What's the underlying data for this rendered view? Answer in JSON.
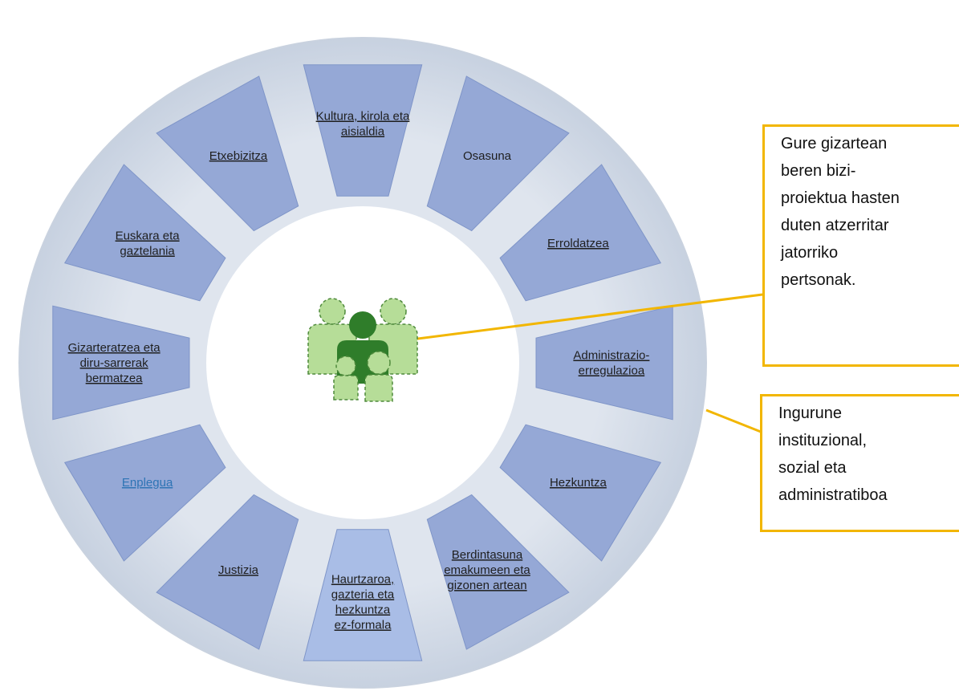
{
  "diagram": {
    "center_icon": "people-group-icon",
    "colors": {
      "outer_ring": "#d4dce8",
      "segment": "#95a8d6",
      "segment_highlight": "#a9bde6",
      "segment_border": "#7f95c8",
      "icon_dark": "#2f7d2a",
      "icon_light": "#b6dd98",
      "callout_line": "#f2b600"
    },
    "segments": [
      {
        "lines": [
          "Kultura, kirola eta",
          "aisialdia"
        ],
        "style": "spell"
      },
      {
        "lines": [
          "Osasuna"
        ],
        "style": "plain"
      },
      {
        "lines": [
          "Erroldatzea"
        ],
        "style": "spell"
      },
      {
        "lines": [
          "Administrazio-",
          "erregulazioa"
        ],
        "style": "spell"
      },
      {
        "lines": [
          "Hezkuntza"
        ],
        "style": "spell"
      },
      {
        "lines": [
          "Berdintasuna",
          "emakumeen eta",
          "gizonen artean"
        ],
        "style": "spell"
      },
      {
        "lines": [
          "Haurtzaroa,",
          "gazteria eta",
          "hezkuntza",
          "ez-formala"
        ],
        "style": "spell",
        "highlight": true
      },
      {
        "lines": [
          "Justizia"
        ],
        "style": "spell"
      },
      {
        "lines": [
          "Enplegua"
        ],
        "style": "blue"
      },
      {
        "lines": [
          "Gizarteratzea eta",
          "diru-sarrerak",
          "bermatzea"
        ],
        "style": "spell"
      },
      {
        "lines": [
          "Euskara eta",
          "gaztelania"
        ],
        "style": "spell"
      },
      {
        "lines": [
          "Etxebizitza"
        ],
        "style": "spell"
      }
    ]
  },
  "callouts": {
    "people": {
      "lines": [
        "Gure gizartean",
        "beren bizi-",
        "proiektua hasten",
        "duten atzerritar",
        "jatorriko",
        "pertsonak."
      ]
    },
    "environment": {
      "lines": [
        "Ingurune",
        "instituzional,",
        "sozial eta",
        "administratiboa"
      ]
    }
  }
}
